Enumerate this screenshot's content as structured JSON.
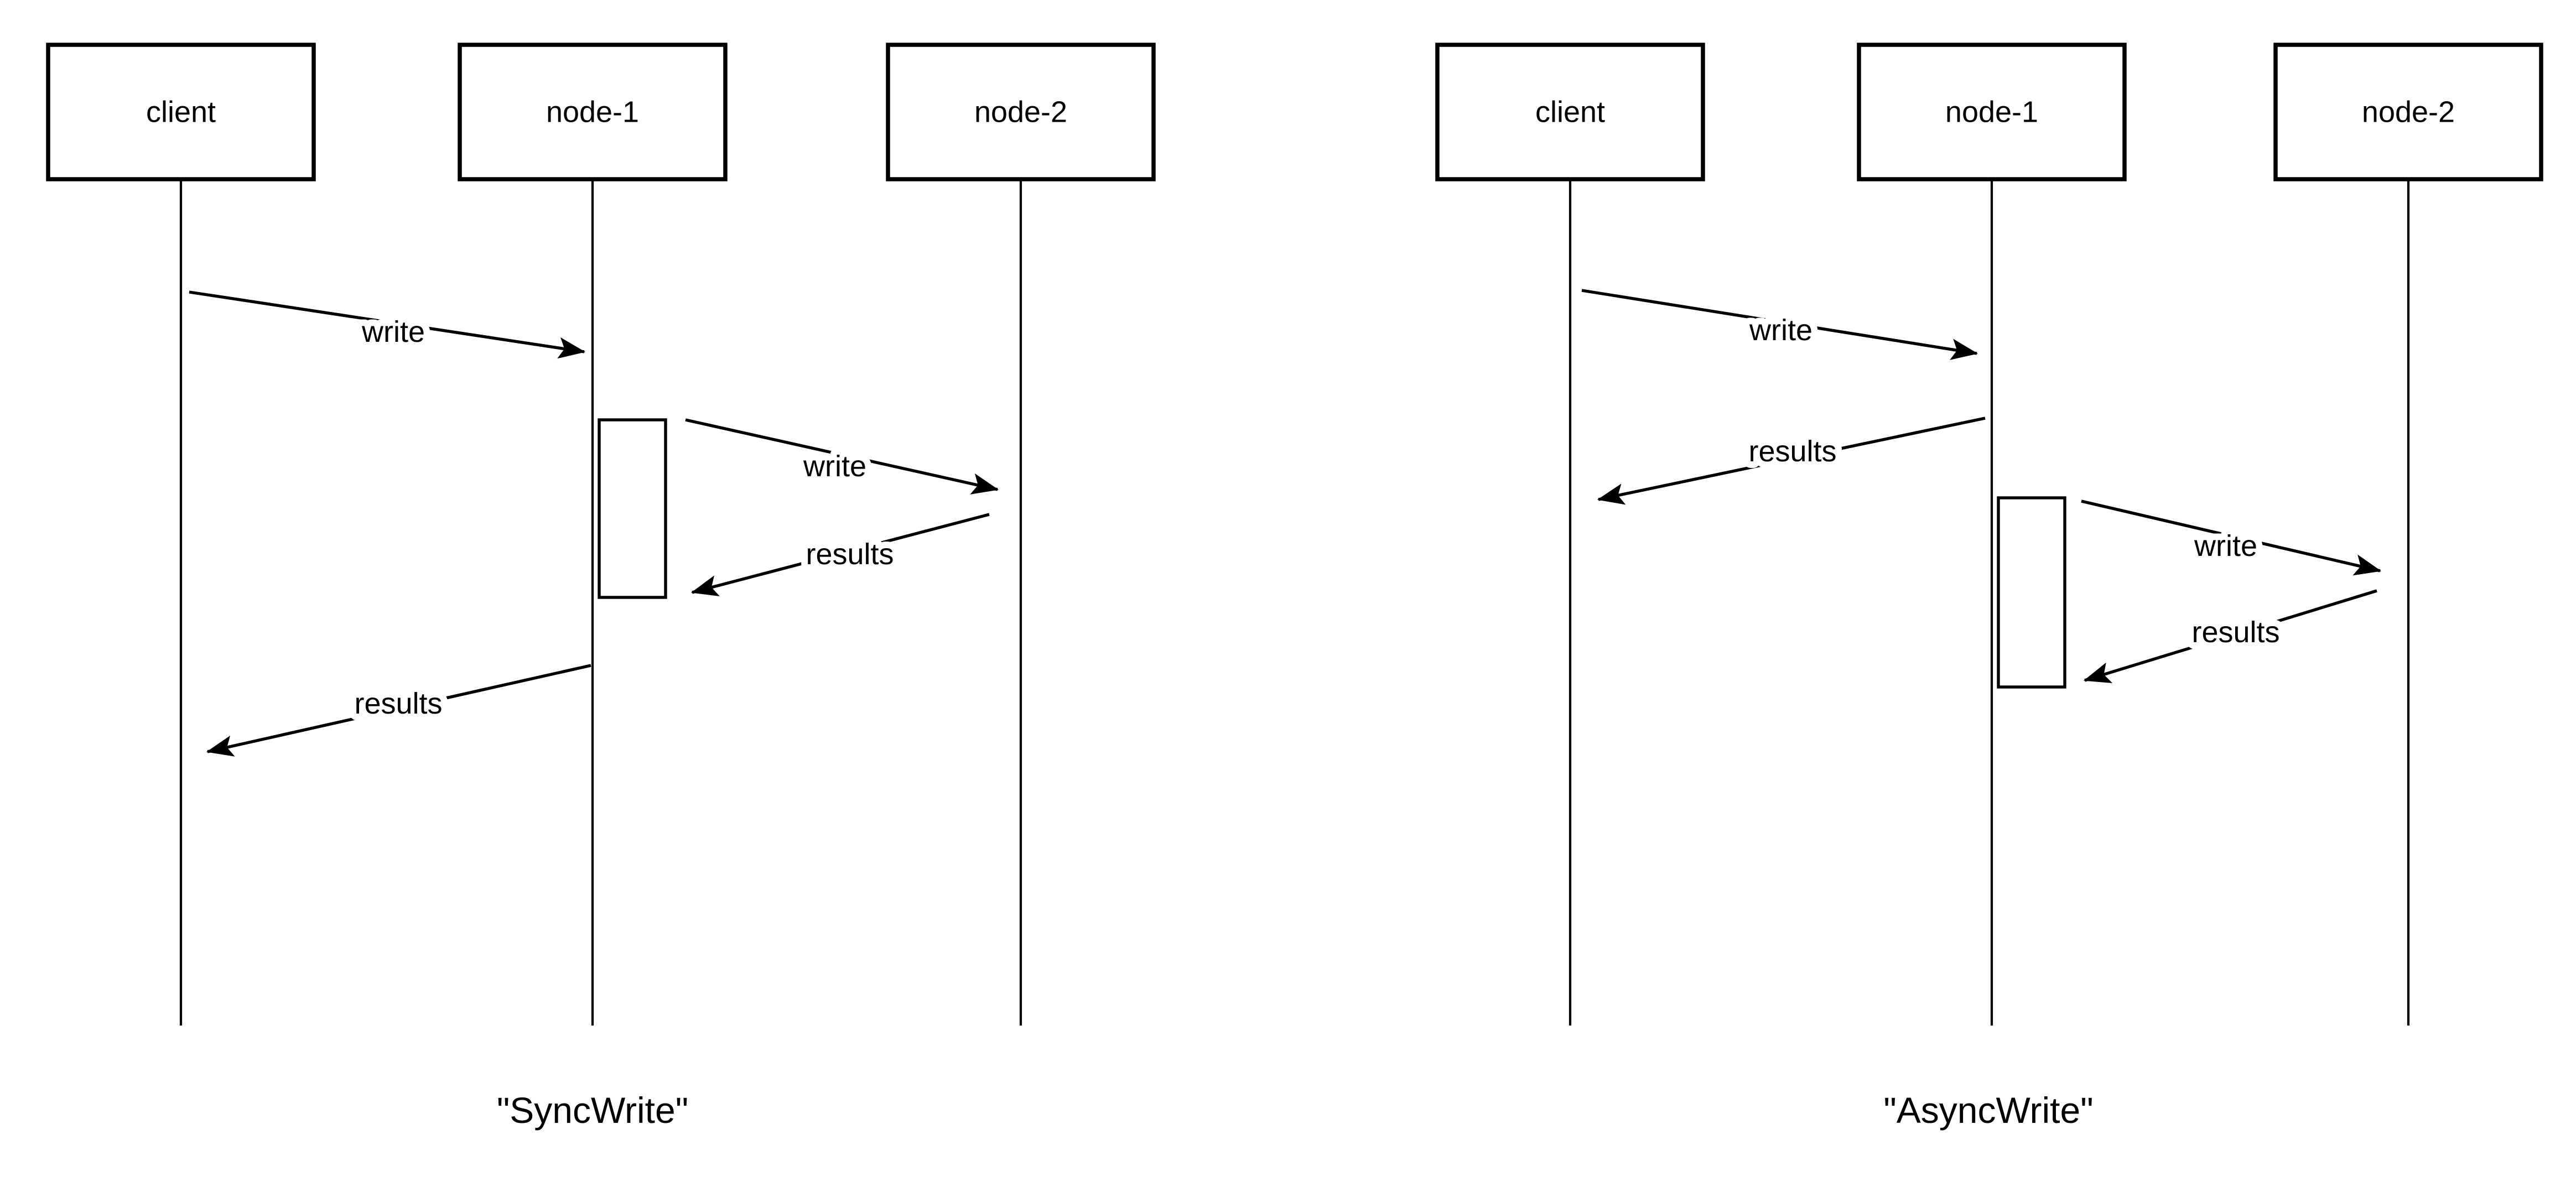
{
  "page": {
    "background_color": "#ffffff",
    "ink_color": "#000000",
    "type": "sequence-diagram-pair"
  },
  "diagrams": [
    {
      "name": "sync-write",
      "caption": "\"SyncWrite\"",
      "actors": [
        {
          "label": "client"
        },
        {
          "label": "node-1"
        },
        {
          "label": "node-2"
        }
      ],
      "activations": [
        {
          "actor": "node-1"
        }
      ],
      "messages": [
        {
          "label": "write",
          "from": "client",
          "to": "node-1"
        },
        {
          "label": "write",
          "from": "node-1",
          "to": "node-2"
        },
        {
          "label": "results",
          "from": "node-2",
          "to": "node-1"
        },
        {
          "label": "results",
          "from": "node-1",
          "to": "client"
        }
      ]
    },
    {
      "name": "async-write",
      "caption": "\"AsyncWrite\"",
      "actors": [
        {
          "label": "client"
        },
        {
          "label": "node-1"
        },
        {
          "label": "node-2"
        }
      ],
      "activations": [
        {
          "actor": "node-1"
        }
      ],
      "messages": [
        {
          "label": "write",
          "from": "client",
          "to": "node-1"
        },
        {
          "label": "results",
          "from": "node-1",
          "to": "client"
        },
        {
          "label": "write",
          "from": "node-1",
          "to": "node-2"
        },
        {
          "label": "results",
          "from": "node-2",
          "to": "node-1"
        }
      ]
    }
  ]
}
